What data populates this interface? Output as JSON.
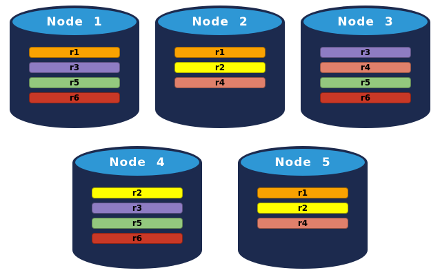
{
  "diagram": {
    "background_color": "#FFFFFF",
    "cylinder": {
      "body_color": "#1C2A4E",
      "top_color": "#2E97D5",
      "title_text_color": "#FFFFFF",
      "bar_text_color": "#000000"
    },
    "replica_colors": {
      "r1": "#F9A201",
      "r2": "#FFFF00",
      "r3": "#8E7CC3",
      "r4": "#E0806B",
      "r5": "#93C87E",
      "r6": "#C93826"
    },
    "rows": [
      {
        "nodes": [
          {
            "title": "Node 1",
            "replicas": [
              "r1",
              "r3",
              "r5",
              "r6"
            ]
          },
          {
            "title": "Node 2",
            "replicas": [
              "r1",
              "r2",
              "r4"
            ]
          },
          {
            "title": "Node 3",
            "replicas": [
              "r3",
              "r4",
              "r5",
              "r6"
            ]
          }
        ]
      },
      {
        "nodes": [
          {
            "title": "Node 4",
            "replicas": [
              "r2",
              "r3",
              "r5",
              "r6"
            ]
          },
          {
            "title": "Node 5",
            "replicas": [
              "r1",
              "r2",
              "r4"
            ]
          }
        ]
      }
    ]
  }
}
